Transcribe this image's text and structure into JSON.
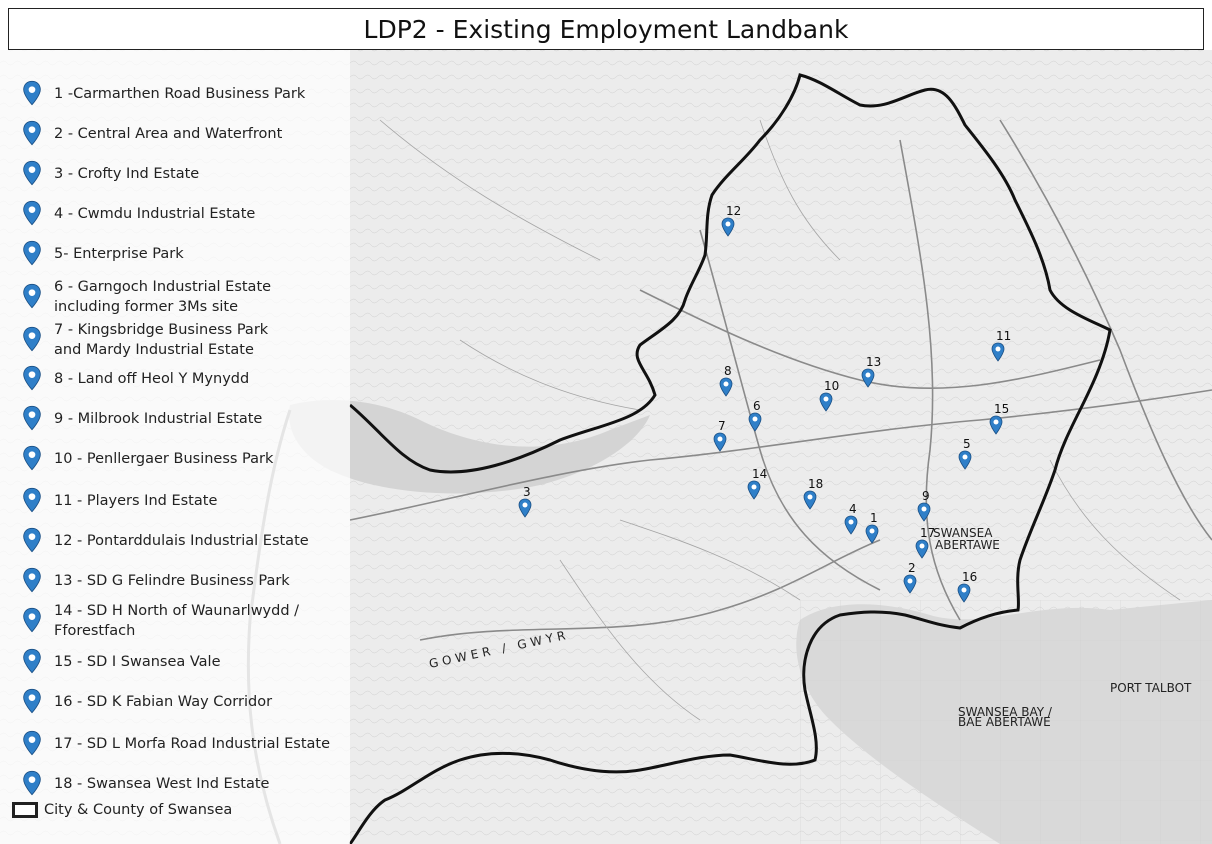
{
  "title": "LDP2 - Existing Employment Landbank",
  "colors": {
    "pin": "#2f7fc8",
    "boundary": "#111111",
    "sea": "#d6d6d6",
    "land": "#ececec"
  },
  "legend": {
    "items": [
      {
        "label": "1 -Carmarthen Road Business Park"
      },
      {
        "label": "2 - Central Area and Waterfront"
      },
      {
        "label": "3 - Crofty Ind Estate"
      },
      {
        "label": "4 - Cwmdu Industrial Estate"
      },
      {
        "label": "5- Enterprise Park"
      },
      {
        "label": "6 - Garngoch Industrial Estate\n including former 3Ms site"
      },
      {
        "label": "7 - Kingsbridge Business Park\nand Mardy Industrial Estate"
      },
      {
        "label": "8 - Land off Heol Y Mynydd"
      },
      {
        "label": "9 - Milbrook Industrial Estate"
      },
      {
        "label": "10 - Penllergaer Business Park"
      },
      {
        "label": "11 - Players Ind Estate"
      },
      {
        "label": "12 - Pontarddulais Industrial Estate"
      },
      {
        "label": "13 - SD G Felindre Business Park"
      },
      {
        "label": "14 - SD H North of Waunarlwydd /\nFforestfach"
      },
      {
        "label": "15 - SD I Swansea Vale"
      },
      {
        "label": "16 - SD K Fabian Way Corridor"
      },
      {
        "label": "17 - SD L Morfa Road Industrial Estate"
      },
      {
        "label": "18 - Swansea West Ind Estate"
      }
    ],
    "boundary_label": "City & County of Swansea"
  },
  "map": {
    "place_labels": {
      "gower": "GOWER / GWYR",
      "port_talbot": "PORT TALBOT",
      "swansea": "SWANSEA",
      "abertawe": "ABERTAWE",
      "swansea_bay": "SWANSEA BAY /",
      "bae_abertawe": "BAE ABERTAWE"
    },
    "markers": [
      {
        "id": "12"
      },
      {
        "id": "11"
      },
      {
        "id": "13"
      },
      {
        "id": "8"
      },
      {
        "id": "10"
      },
      {
        "id": "15"
      },
      {
        "id": "6"
      },
      {
        "id": "7"
      },
      {
        "id": "5"
      },
      {
        "id": "14"
      },
      {
        "id": "18"
      },
      {
        "id": "3"
      },
      {
        "id": "9"
      },
      {
        "id": "4"
      },
      {
        "id": "1"
      },
      {
        "id": "17"
      },
      {
        "id": "2"
      },
      {
        "id": "16"
      }
    ]
  }
}
